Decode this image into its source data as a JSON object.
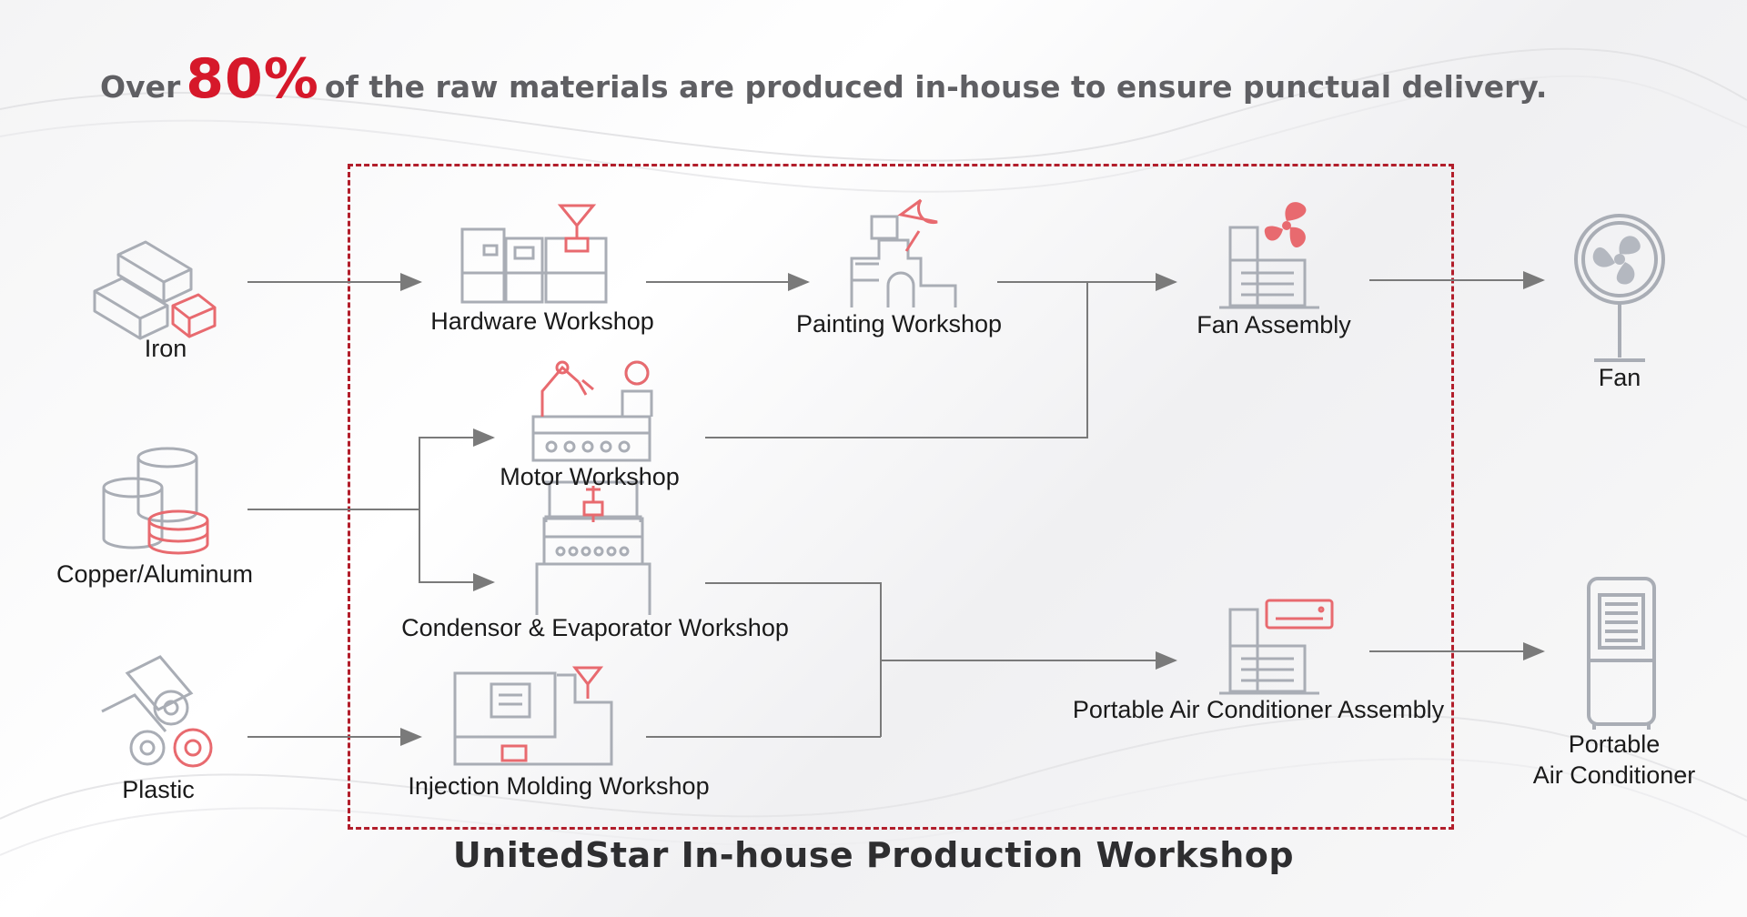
{
  "headline": {
    "prefix": "Over",
    "highlight": "80%",
    "suffix": "of the raw materials are produced in-house to ensure punctual delivery."
  },
  "colors": {
    "accent": "#d6182a",
    "frame": "#b21e2b",
    "icon_gray": "#a9adb5",
    "icon_red": "#e86a6f",
    "arrow": "#7a7a7a"
  },
  "raw_materials": [
    {
      "label": "Iron",
      "icon": "iron-ingots-icon"
    },
    {
      "label": "Copper/Aluminum",
      "icon": "metal-coils-icon"
    },
    {
      "label": "Plastic",
      "icon": "plastic-rolls-icon"
    }
  ],
  "workshops": [
    {
      "label": "Hardware Workshop",
      "icon": "hardware-machine-icon"
    },
    {
      "label": "Painting Workshop",
      "icon": "painting-station-icon"
    },
    {
      "label": "Motor Workshop",
      "icon": "motor-assembly-line-icon"
    },
    {
      "label": "Condensor & Evaporator Workshop",
      "icon": "cnc-machine-icon"
    },
    {
      "label": "Injection Molding Workshop",
      "icon": "injection-molding-machine-icon"
    }
  ],
  "assemblies": [
    {
      "label": "Fan Assembly",
      "icon": "fan-assembly-icon"
    },
    {
      "label": "Portable Air Conditioner Assembly",
      "icon": "ac-assembly-icon"
    }
  ],
  "products": [
    {
      "label": "Fan",
      "icon": "standing-fan-icon"
    },
    {
      "label_line1": "Portable",
      "label_line2": "Air Conditioner",
      "icon": "portable-air-conditioner-icon"
    }
  ],
  "footer_title": "UnitedStar In-house Production Workshop"
}
